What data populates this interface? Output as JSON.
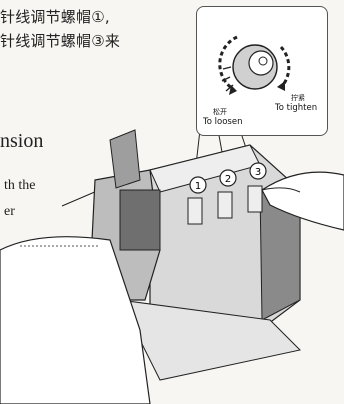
{
  "text": {
    "cn_line_1": "针线调节螺帽①,",
    "cn_line_2": "针线调节螺帽③来",
    "en_heading": "nsion",
    "en_fragment_1": "th the",
    "en_fragment_2": "er"
  },
  "inset": {
    "tighten_cn": "拧紧",
    "tighten_en": "To tighten",
    "loosen_cn": "松开",
    "loosen_en": "To loosen"
  },
  "callouts": [
    "1",
    "2",
    "3"
  ],
  "colors": {
    "ink": "#1a1a1a",
    "paper": "#f7f6f2",
    "cover": "#ffffff"
  }
}
